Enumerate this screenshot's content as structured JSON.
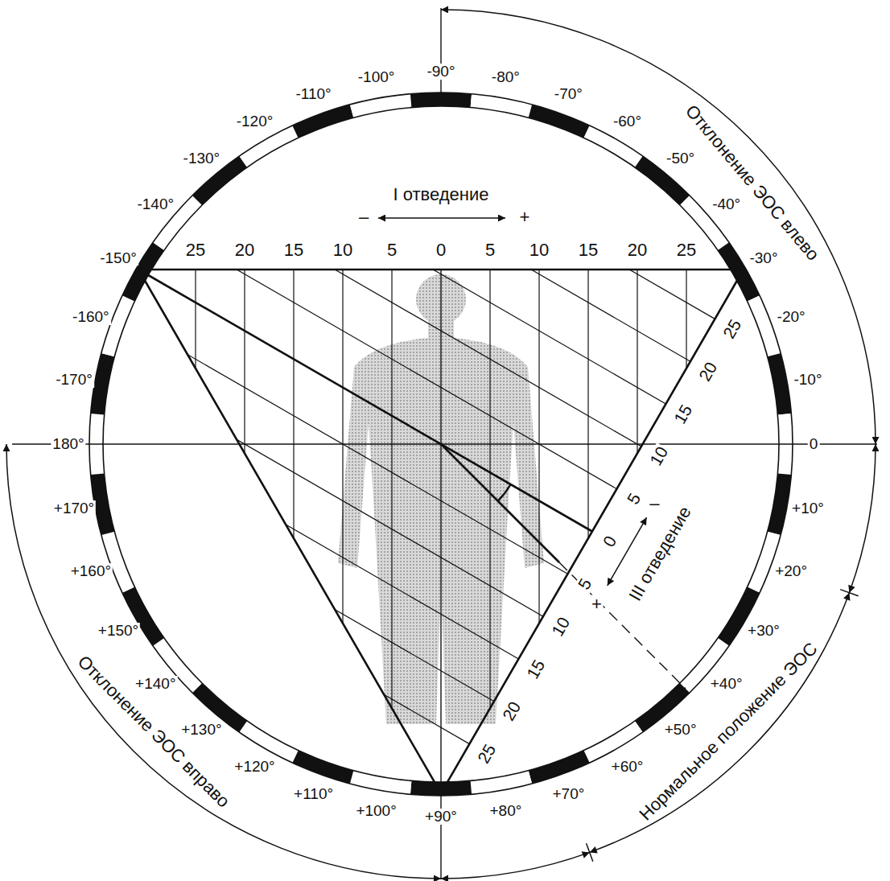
{
  "diagram": {
    "labels": [
      "-90°",
      "-80°",
      "-70°",
      "-60°",
      "-50°",
      "-40°",
      "-30°",
      "-20°",
      "-10°",
      "0",
      "+10°",
      "+20°",
      "+30°",
      "+40°",
      "+50°",
      "+60°",
      "+70°",
      "+80°",
      "+90°",
      "+100°",
      "+110°",
      "+120°",
      "+130°",
      "+140°",
      "+150°",
      "+160°",
      "+170°",
      "180°",
      "-170°",
      "-160°",
      "-150°",
      "-140°",
      "-130°",
      "-120°",
      "-110°",
      "-100°",
      "I отведение",
      "–",
      "+",
      "25",
      "20",
      "15",
      "10",
      "5",
      "0",
      "5",
      "10",
      "15",
      "20",
      "25",
      "III отведение",
      "–",
      "+",
      "25",
      "20",
      "15",
      "10",
      "5",
      "0",
      "5",
      "10",
      "15",
      "20",
      "25",
      "Отклонение ЭОС влево",
      "Нормальное положение ЭОС",
      "Отклонение ЭОС вправо"
    ]
  }
}
